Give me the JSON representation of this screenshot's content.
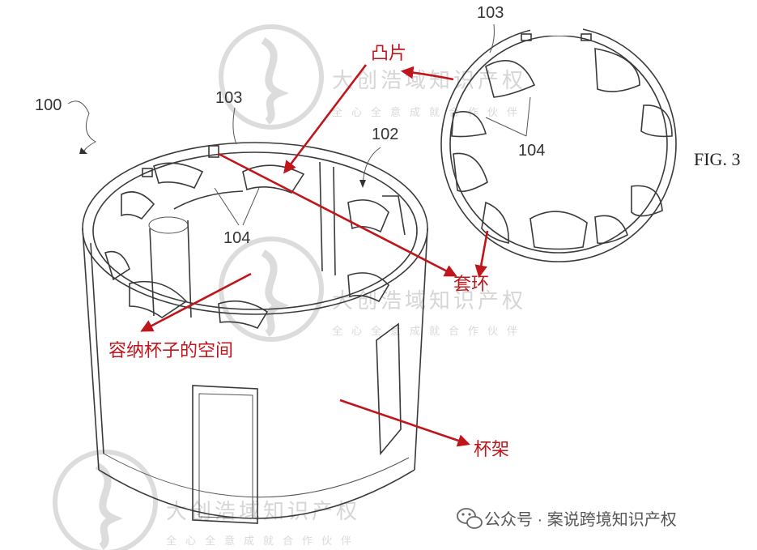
{
  "figure_label": "FIG. 3",
  "reference_numerals": {
    "r100": "100",
    "r102": "102",
    "r103_main": "103",
    "r103_top": "103",
    "r104_main": "104",
    "r104_inset": "104"
  },
  "annotations": {
    "tab": "凸片",
    "ring": "套环",
    "cup_space": "容纳杯子的空间",
    "cup_holder": "杯架"
  },
  "watermark": {
    "line1": "大创浩域知识产权",
    "line2": "全心全意成就合作伙伴"
  },
  "credit": {
    "text": "公众号 · 案说跨境知识产权"
  },
  "colors": {
    "annotation_red": "#c0151b",
    "line_art": "#3a3a3a",
    "watermark_gray": "#d6d6d6"
  }
}
